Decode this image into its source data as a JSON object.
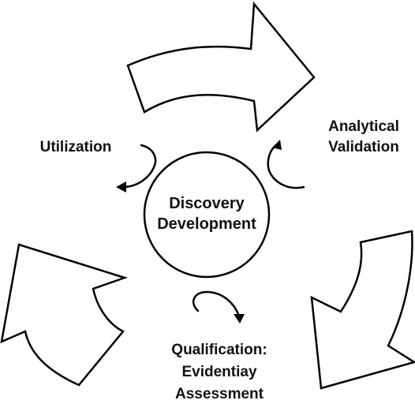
{
  "diagram": {
    "center": {
      "line1": "Discovery",
      "line2": "Development"
    },
    "stages": {
      "analytical": {
        "line1": "Analytical",
        "line2": "Validation"
      },
      "qualification": {
        "line1": "Qualification:",
        "line2": "Evidentiay",
        "line3": "Assessment"
      },
      "utilization": {
        "line1": "Utilization"
      }
    },
    "colors": {
      "stroke": "#000000",
      "fill": "#ffffff",
      "text": "#111111"
    }
  }
}
